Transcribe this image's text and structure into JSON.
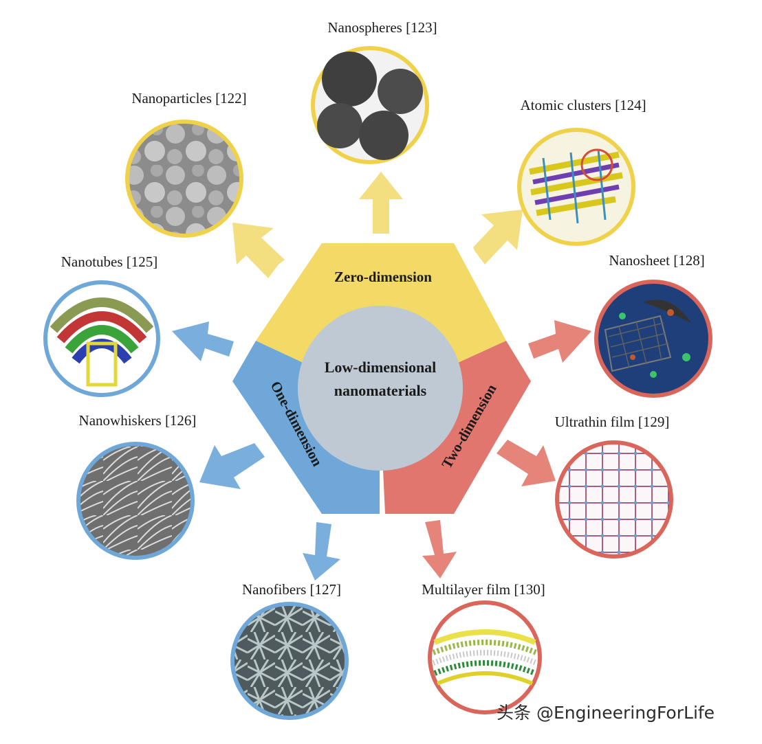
{
  "center": {
    "line1": "Low-dimensional",
    "line2": "nanomaterials"
  },
  "segments": {
    "zero": "Zero-dimension",
    "one": "One-dimension",
    "two": "Two-dimension"
  },
  "items": [
    {
      "label": "Nanospheres [123]",
      "group": "zero"
    },
    {
      "label": "Nanoparticles [122]",
      "group": "zero"
    },
    {
      "label": "Atomic clusters [124]",
      "group": "zero"
    },
    {
      "label": "Nanotubes [125]",
      "group": "one"
    },
    {
      "label": "Nanowhiskers [126]",
      "group": "one"
    },
    {
      "label": "Nanofibers [127]",
      "group": "one"
    },
    {
      "label": "Nanosheet [128]",
      "group": "two"
    },
    {
      "label": "Ultrathin film [129]",
      "group": "two"
    },
    {
      "label": "Multilayer film [130]",
      "group": "two"
    }
  ],
  "colors": {
    "zero": "#f3d966",
    "one": "#6ea7d8",
    "two": "#e0766d",
    "center": "#bfc9d4",
    "zero_ring": "#f0d24a",
    "one_ring": "#6ea7d8",
    "two_ring": "#d9655b"
  },
  "watermark": "头条 @EngineeringForLife"
}
